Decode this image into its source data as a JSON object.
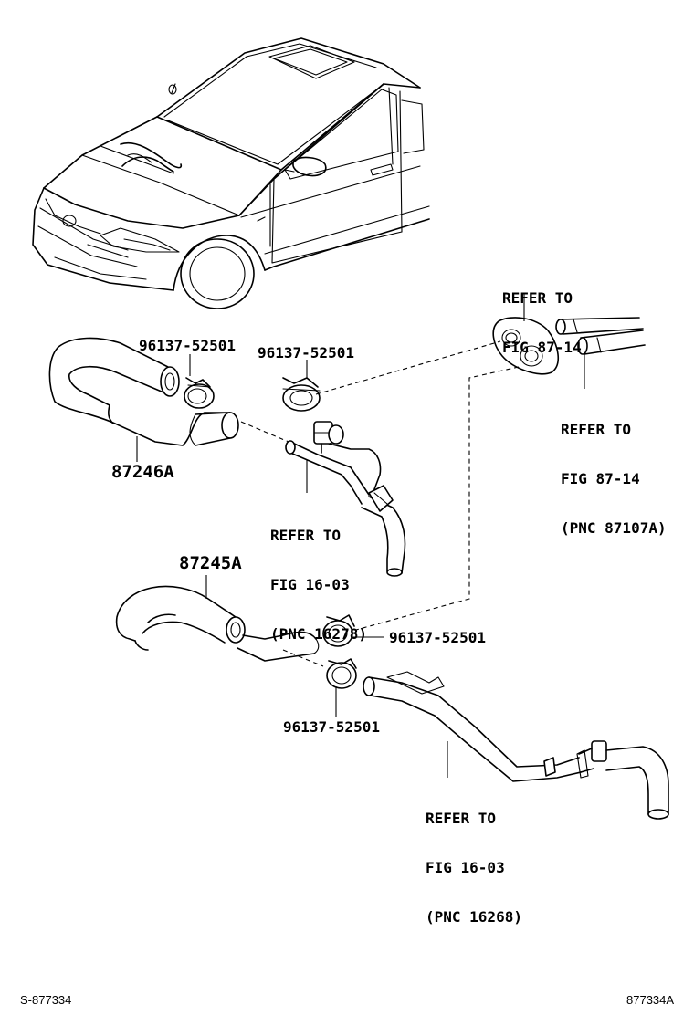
{
  "labels": {
    "refer_87_14_top": {
      "line1": "REFER TO",
      "line2": "FIG 87-14"
    },
    "refer_87_14_pnc": {
      "line1": "REFER TO",
      "line2": "FIG 87-14",
      "line3": "(PNC 87107A)"
    },
    "refer_16_03_upper": {
      "line1": "REFER TO",
      "line2": "FIG 16-03",
      "line3": "(PNC 16278)"
    },
    "refer_16_03_lower": {
      "line1": "REFER TO",
      "line2": "FIG 16-03",
      "line3": "(PNC 16268)"
    },
    "clamp_a": "96137-52501",
    "clamp_b": "96137-52501",
    "clamp_c": "96137-52501",
    "clamp_d": "96137-52501",
    "hose_upper": "87246A",
    "hose_lower": "87245A"
  },
  "footer": {
    "left": "S-877334",
    "right": "877334A"
  }
}
